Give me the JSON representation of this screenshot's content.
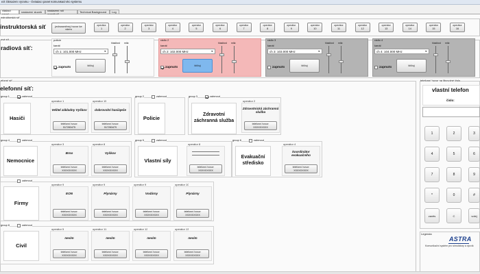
{
  "window": {
    "title": "ezt Obsazení výcviku - Ovládací panel komunikačního systému"
  },
  "tabs": [
    "vládací panel",
    "nastavení sluzeb",
    "nastavení rolí operátorů",
    "Technical Background",
    "Log"
  ],
  "instructor": {
    "group_label": "nstruktorská síť",
    "title": "instruktorská síť",
    "all_button": "jednosměrný hovor ke všem",
    "operators": [
      {
        "label": "operátor",
        "num": "1"
      },
      {
        "label": "operátor",
        "num": "2"
      },
      {
        "label": "operátor",
        "num": "3"
      },
      {
        "label": "operátor",
        "num": "4"
      },
      {
        "label": "operátor",
        "num": "5"
      },
      {
        "label": "operátor",
        "num": "6"
      },
      {
        "label": "operátor",
        "num": "7"
      },
      {
        "label": "operátor",
        "num": "8"
      },
      {
        "label": "operátor",
        "num": "9"
      },
      {
        "label": "operátor",
        "num": "10"
      },
      {
        "label": "operátor",
        "num": "11"
      },
      {
        "label": "operátor",
        "num": "12"
      },
      {
        "label": "operátor",
        "num": "13"
      },
      {
        "label": "operátor",
        "num": "14"
      },
      {
        "label": "operátor",
        "num": "15"
      },
      {
        "label": "operátor",
        "num": "16"
      }
    ]
  },
  "radio": {
    "group_label": "ová síť",
    "title": "radiová síť:",
    "labels": {
      "channel": "kanál",
      "volume": "hlasitost",
      "mic": "mikr.",
      "enabled": "zapnuto",
      "talk": "klíčuj"
    },
    "stations": [
      {
        "name": "policie",
        "channel": "ch 1: 101.000 MHz",
        "state": "normal",
        "enabled": true
      },
      {
        "name": "rádio 2",
        "channel": "ch 2: 102.000 MHz",
        "state": "active",
        "enabled": true
      },
      {
        "name": "rádio 3",
        "channel": "ch 3: 103.000 MHz",
        "state": "disabled",
        "enabled": false
      },
      {
        "name": "rádio 4",
        "channel": "ch 4: 104.000 MHz",
        "state": "disabled",
        "enabled": false
      }
    ]
  },
  "phone": {
    "group_label": "efonní síť",
    "title": "elefonní síť:",
    "enabled_label": "zahrnout",
    "call_label": "telefonní hovor:",
    "groups": [
      {
        "label": "group 1",
        "name": "Hasiči",
        "checked": true,
        "ops": [
          {
            "op": "operátor 1",
            "desc": "Velitel základny Vyškov",
            "num": "517283475"
          },
          {
            "op": "operátor 15",
            "desc": "dobrovolní hasiiqeče",
            "num": "517283479"
          }
        ]
      },
      {
        "label": "group 2",
        "name": "Policie",
        "checked": false,
        "ops": []
      },
      {
        "label": "group 3",
        "name": "Zdravotní záchranná služba",
        "checked": true,
        "ops": [
          {
            "op": "operátor 2",
            "desc": "Zdravotnická záchranná služba",
            "num": "XXXXXXXXX"
          }
        ]
      },
      {
        "label": "group 4",
        "name": "Nemocnice",
        "checked": false,
        "ops": [
          {
            "op": "operátor 3",
            "desc": "Brno",
            "num": "XXXXXXXXX"
          },
          {
            "op": "operátor 8",
            "desc": "Vyškov",
            "num": "XXXXXXXXX"
          }
        ]
      },
      {
        "label": "group 5",
        "name": "Vlastní síly",
        "checked": false,
        "ops": [
          {
            "op": "operátor 8",
            "desc": "",
            "num": "XXXXXXXXX"
          }
        ]
      },
      {
        "label": "group 6",
        "name": "Evakuační středisko",
        "checked": false,
        "ops": [
          {
            "op": "operátor 4",
            "desc": "koordinátor evakuačního",
            "num": "XXXXXXXXX"
          }
        ]
      },
      {
        "label": "",
        "name": "Firmy",
        "checked": false,
        "ops": [
          {
            "op": "operátor 9",
            "desc": "EON",
            "num": "XXXXXXXXX"
          },
          {
            "op": "operátor 9",
            "desc": "Plynárny",
            "num": "XXXXXXXXX"
          },
          {
            "op": "operátor 9",
            "desc": "Vodárny",
            "num": "XXXXXXXXX"
          },
          {
            "op": "operátor 10",
            "desc": "Plynárny",
            "num": "XXXXXXXXX"
          }
        ]
      },
      {
        "label": "group 8",
        "name": "Civil",
        "checked": false,
        "ops": [
          {
            "op": "operátor 5",
            "desc": "nevím",
            "num": "XXXXXXXXX"
          },
          {
            "op": "operátor 11",
            "desc": "nevím",
            "num": "XXXXXXXXX"
          },
          {
            "op": "operátor 12",
            "desc": "nevím",
            "num": "XXXXXXXXX"
          },
          {
            "op": "operátor 13",
            "desc": "nevím",
            "num": "XXXXXXXXX"
          }
        ]
      }
    ]
  },
  "own_phone": {
    "group_label": "telefonní hovor na libovolné číslo",
    "title": "vlastní telefon",
    "number_label": "číslo:",
    "number_value": "",
    "keys": [
      "1",
      "2",
      "3",
      "4",
      "5",
      "6",
      "7",
      "8",
      "9",
      "*",
      "0",
      "#",
      "zavěs",
      "C",
      "volej"
    ]
  },
  "legend": {
    "label": "Legenda",
    "brand": "ASTRA",
    "caption": "Komunikační systém pro simulátory a výcvik"
  },
  "colors": {
    "active_red": "#f4b8b8",
    "disabled_grey": "#b4b4b4",
    "talk_blue": "#7fb8ee"
  }
}
